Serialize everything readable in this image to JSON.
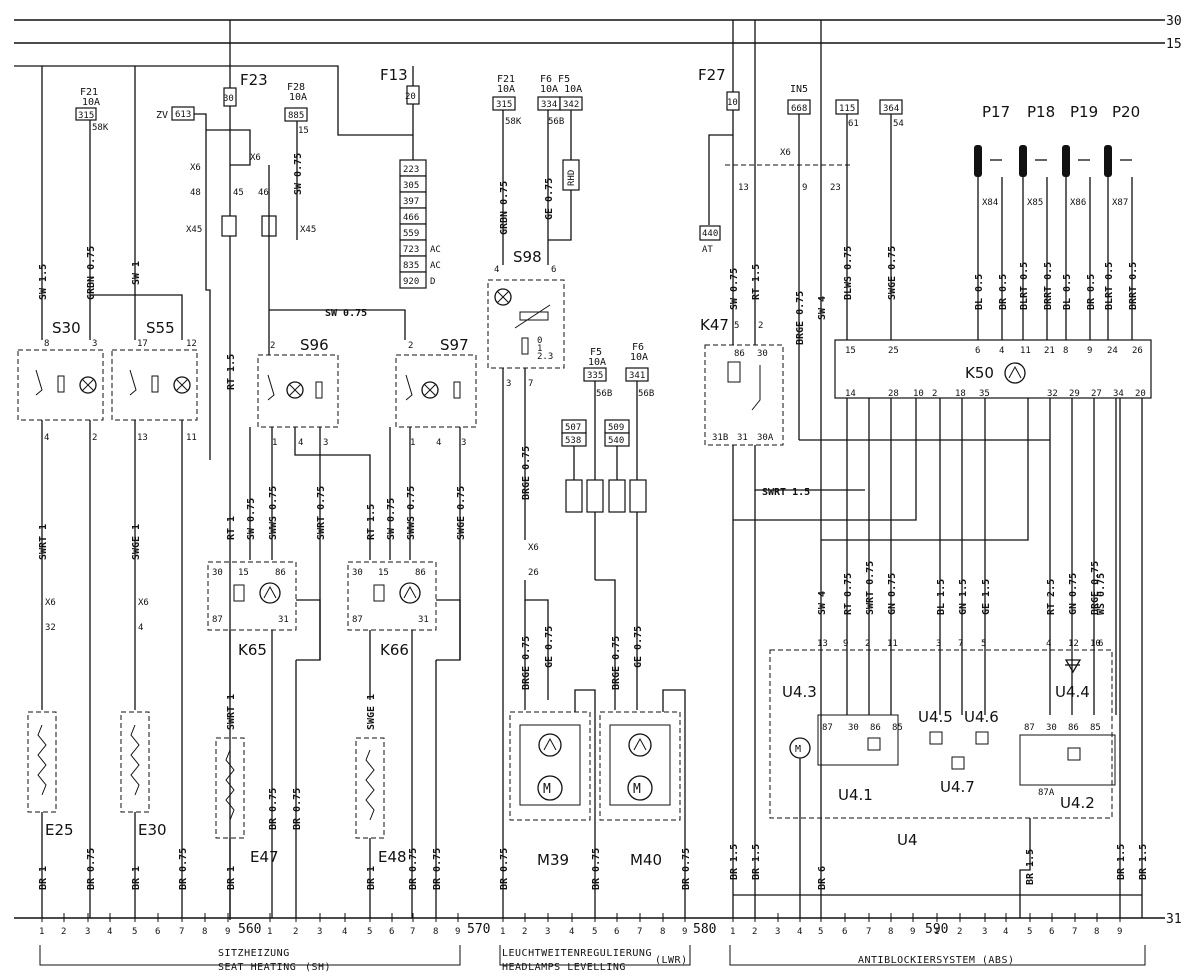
{
  "rails": {
    "r30": "30",
    "r15": "15",
    "r31": "31"
  },
  "fuses": {
    "f21a": {
      "name": "F21",
      "rating": "10A",
      "ref": "315",
      "sub": "58K"
    },
    "f23": {
      "name": "F23",
      "rating": "30"
    },
    "f28": {
      "name": "F28",
      "rating": "10A",
      "ref": "885",
      "sub": "15"
    },
    "f13": {
      "name": "F13",
      "rating": "20"
    },
    "f21b": {
      "name": "F21",
      "rating": "10A",
      "ref": "315",
      "sub": "58K"
    },
    "f6f5": {
      "name": "F6 F5",
      "rating": "10A 10A",
      "ref1": "334",
      "ref2": "342",
      "sub": "56B"
    },
    "f27": {
      "name": "F27",
      "rating": "10"
    },
    "f5": {
      "name": "F5",
      "rating": "10A",
      "ref": "335",
      "sub": "56B"
    },
    "f6": {
      "name": "F6",
      "rating": "10A",
      "ref": "341",
      "sub": "56B"
    }
  },
  "refs": {
    "zv": "ZV",
    "zv_ref": "613",
    "f13_refs": [
      "223",
      "305",
      "397",
      "466",
      "559",
      "723",
      "835",
      "920"
    ],
    "f13_suffix": [
      "",
      "",
      "",
      "",
      "",
      "AC",
      "AC",
      "D"
    ],
    "in5": "IN5",
    "in5_ref": "668",
    "r115": "115",
    "r115_sub": "61",
    "r364": "364",
    "r364_sub": "54",
    "r440": "440",
    "r440_sub": "AT",
    "r507": "507",
    "r538": "538",
    "r509": "509",
    "r540": "540",
    "rhd": "RHD"
  },
  "components": {
    "s30": "S30",
    "s55": "S55",
    "s96": "S96",
    "s97": "S97",
    "s98": "S98",
    "k47": "K47",
    "k50": "K50",
    "k65": "K65",
    "k66": "K66",
    "e25": "E25",
    "e30": "E30",
    "e47": "E47",
    "e48": "E48",
    "m39": "M39",
    "m40": "M40",
    "u4": "U4",
    "u41": "U4.1",
    "u42": "U4.2",
    "u43": "U4.3",
    "u44": "U4.4",
    "u45": "U4.5",
    "u46": "U4.6",
    "u47": "U4.7",
    "p17": "P17",
    "p18": "P18",
    "p19": "P19",
    "p20": "P20"
  },
  "wires": {
    "sw15": "SW 1.5",
    "grbn075": "GRBN 0.75",
    "sw1": "SW 1",
    "sw075": "SW 0.75",
    "rt15": "RT 1.5",
    "grbn075b": "GRBN 0.75",
    "ge075": "GE 0.75",
    "sw075k": "SW 0.75",
    "rt15k": "RT 1.5",
    "brge075": "BRGE 0.75",
    "sw4": "SW 4",
    "blws075": "BLWS 0.75",
    "swge075": "SWGE 0.75",
    "bl05": "BL 0.5",
    "br05": "BR 0.5",
    "blrt05": "BLRT 0.5",
    "brrt05": "BRRT 0.5",
    "swrt1": "SWRT 1",
    "swge1": "SWGE 1",
    "rt1": "RT 1",
    "swws075": "SWWS 0.75",
    "swrt075": "SWRT 0.75",
    "swge075b": "SWGE 0.75",
    "swrt15": "SWRT 1.5",
    "br1": "BR 1",
    "br075": "BR 0.75",
    "br15": "BR 1.5",
    "br6": "BR 6",
    "rt075": "RT 0.75",
    "gn075": "GN 0.75",
    "bl15": "BL 1.5",
    "gn15": "GN 1.5",
    "ge15": "GE 1.5",
    "rt25": "RT 2.5",
    "ws075": "WS 0.75",
    "sw075mid": "SW 0.75"
  },
  "connectors": {
    "x6": "X6",
    "x45": "X45",
    "x84": "X84",
    "x85": "X85",
    "x86": "X86",
    "x87": "X87"
  },
  "footer": {
    "sec560": "560",
    "sec570": "570",
    "sec580": "580",
    "sec590": "590",
    "sh_de": "SITZHEIZUNG",
    "sh_en": "SEAT HEATING",
    "sh_abbr": "(SH)",
    "lwr_de": "LEUCHTWEITENREGULIERUNG",
    "lwr_en": "HEADLAMPS LEVELLING",
    "lwr_abbr": "(LWR)",
    "abs_de": "ANTIBLOCKIERSYSTEM (ABS)",
    "nums": [
      "1",
      "2",
      "3",
      "4",
      "5",
      "6",
      "7",
      "8",
      "9",
      "1",
      "2",
      "3",
      "4",
      "5",
      "6",
      "7",
      "8",
      "9",
      "1",
      "2",
      "3",
      "4",
      "5",
      "6",
      "7",
      "8",
      "9"
    ]
  }
}
